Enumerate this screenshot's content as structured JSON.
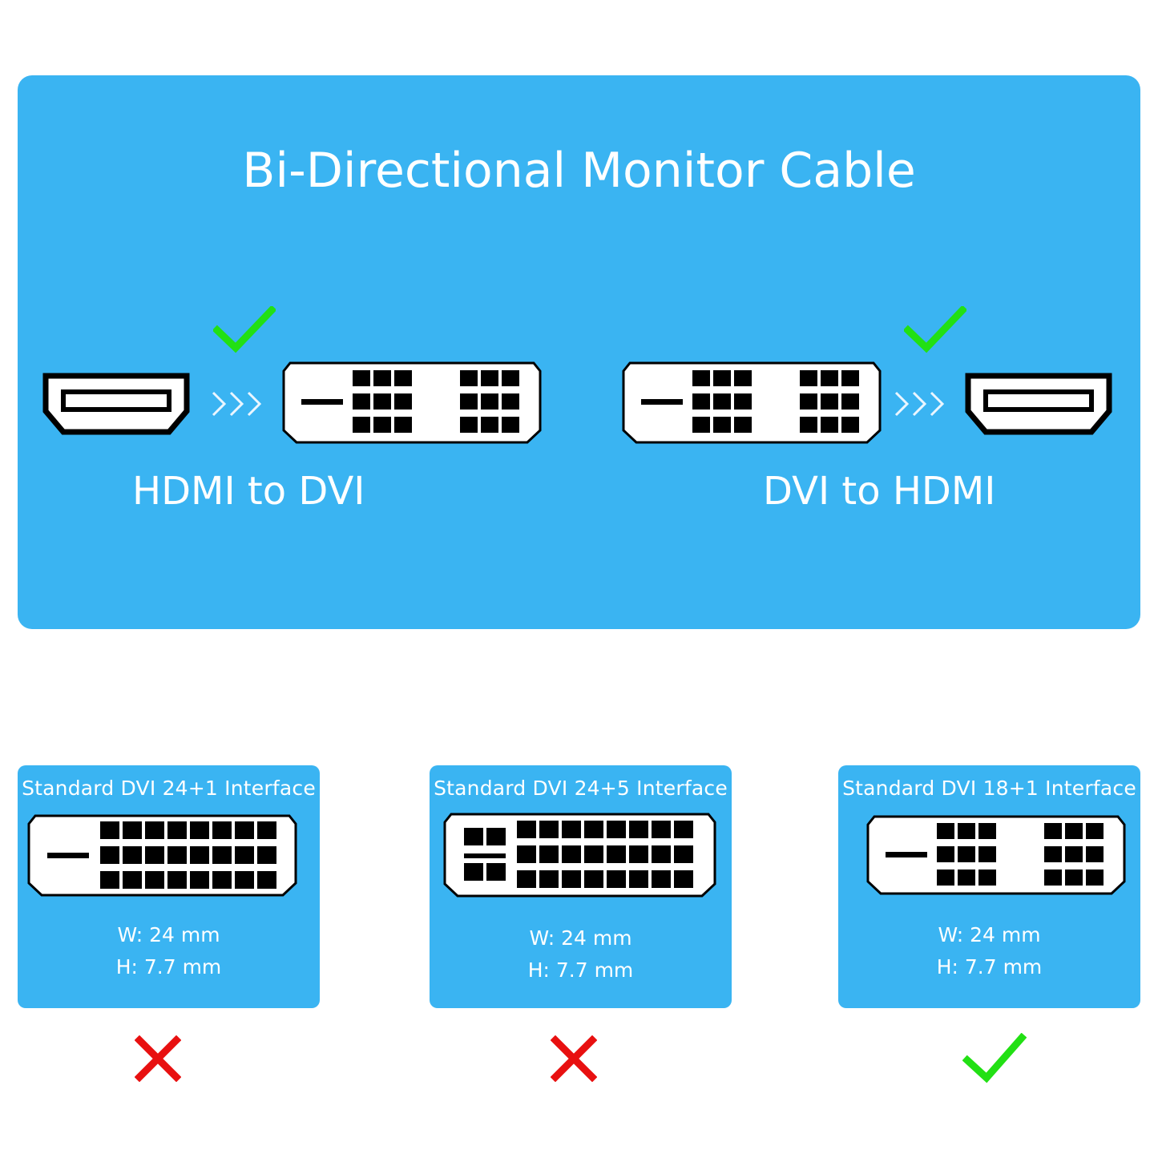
{
  "header": {
    "title": "Bi-Directional Monitor Cable"
  },
  "directions": [
    {
      "label": "HDMI to DVI",
      "supported": true
    },
    {
      "label": "DVI to HDMI",
      "supported": true
    }
  ],
  "arrow_glyph": "›››",
  "interfaces": [
    {
      "title": "Standard DVI 24+1 Interface",
      "width": "W: 24 mm",
      "height": "H: 7.7 mm",
      "compatible": false
    },
    {
      "title": "Standard DVI 24+5 Interface",
      "width": "W: 24 mm",
      "height": "H: 7.7 mm",
      "compatible": false
    },
    {
      "title": "Standard DVI 18+1 Interface",
      "width": "W: 24 mm",
      "height": "H: 7.7 mm",
      "compatible": true
    }
  ],
  "colors": {
    "panel": "#3ab4f2",
    "check": "#22e014",
    "cross": "#e81010",
    "text": "#ffffff"
  },
  "icons": [
    "hdmi-port-icon",
    "dvi-18-1-port-icon",
    "dvi-24-1-port-icon",
    "dvi-24-5-port-icon",
    "check-icon",
    "cross-icon",
    "arrow-icon"
  ]
}
